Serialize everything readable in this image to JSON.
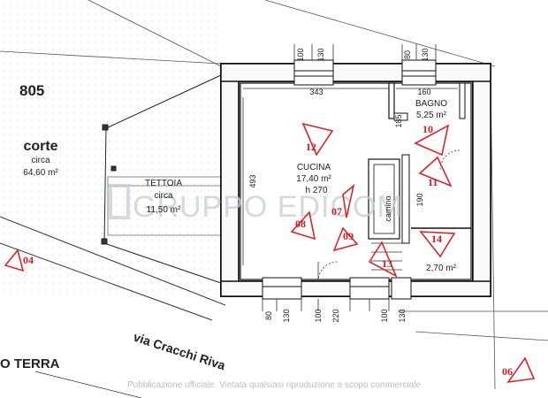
{
  "parcel_number": "805",
  "floor_label": "O TERRA",
  "street": "via Cracchi Riva",
  "corte": {
    "title": "corte",
    "note": "circa",
    "area": "64,60 m²"
  },
  "tettoia": {
    "title": "TETTOIA",
    "note": "circa",
    "area": "11,50 m²"
  },
  "cucina": {
    "title": "CUCINA",
    "area": "17,40 m²",
    "height": "h 270"
  },
  "bagno": {
    "title": "BAGNO",
    "area": "5,25 m²"
  },
  "small_room_area": "2,70 m²",
  "camino_label": "camino",
  "dimensions": {
    "top_left_a": "100",
    "top_left_b": "130",
    "top_right_a": "80",
    "top_right_b": "130",
    "kitchen_width": "343",
    "bath_width": "160",
    "kitchen_depth": "493",
    "bath_inner": "185",
    "side_inner": "190",
    "bottom": [
      "80",
      "130",
      "100",
      "220",
      "100",
      "130"
    ]
  },
  "photo_markers": [
    "04",
    "06",
    "07",
    "08",
    "09",
    "10",
    "11",
    "12",
    "13",
    "14"
  ],
  "watermark": "GRUPPO EDICOM",
  "footer": "Pubblicazione ufficiale. Vietata qualsiasi riproduzione a scopo commerciale",
  "colors": {
    "marker": "#d8262b",
    "wall": "#111111",
    "watermark": "#c7cdd4"
  }
}
